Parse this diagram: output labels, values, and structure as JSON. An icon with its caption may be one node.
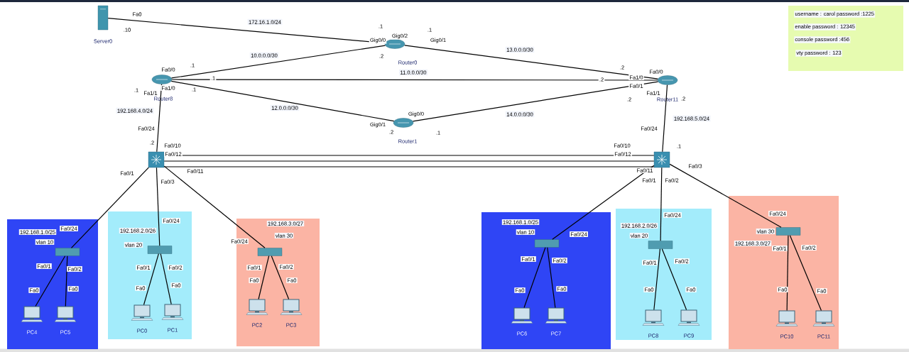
{
  "diagram": {
    "nodes": [
      {
        "text": [
          "Server0"
        ]
      },
      {
        "text": [
          "Router0"
        ]
      },
      {
        "text": [
          "Router8"
        ]
      },
      {
        "text": [
          "Router11"
        ]
      },
      {
        "text": [
          "Router1"
        ]
      },
      {
        "text": [],
        "shape": "box"
      },
      {
        "text": [],
        "shape": "box"
      },
      {
        "text": [
          "192.168.1.0/25",
          "vlan 10"
        ]
      },
      {
        "text": [],
        "shape": "box",
        "in": 7
      },
      {
        "text": [
          "PC4"
        ],
        "in": 7
      },
      {
        "text": [
          "PC5"
        ],
        "in": 7
      },
      {
        "text": [
          "192.168.2.0/26",
          "vlan 20"
        ]
      },
      {
        "text": [],
        "shape": "box",
        "in": 11
      },
      {
        "text": [
          "PC0"
        ],
        "in": 11
      },
      {
        "text": [
          "PC1"
        ],
        "in": 11
      },
      {
        "text": [
          "192.168.3.0/27",
          "vlan 30"
        ]
      },
      {
        "text": [],
        "shape": "box",
        "in": 15
      },
      {
        "text": [
          "PC2"
        ],
        "in": 15
      },
      {
        "text": [
          "PC3"
        ],
        "in": 15
      },
      {
        "text": [
          "192.168.1.0/25",
          "vlan 10"
        ]
      },
      {
        "text": [],
        "shape": "box",
        "in": 19
      },
      {
        "text": [
          "PC6"
        ],
        "in": 19
      },
      {
        "text": [
          "PC7"
        ],
        "in": 19
      },
      {
        "text": [
          "192.168.2.0/26",
          "vlan 20"
        ]
      },
      {
        "text": [],
        "shape": "box",
        "in": 23
      },
      {
        "text": [
          "PC8"
        ],
        "in": 23
      },
      {
        "text": [
          "PC9"
        ],
        "in": 23
      },
      {
        "text": [
          "vlan 30",
          "192.168.3.0/27"
        ]
      },
      {
        "text": [],
        "shape": "box",
        "in": 27
      },
      {
        "text": [
          "PC10"
        ],
        "in": 27
      },
      {
        "text": [
          "PC11"
        ],
        "in": 27
      },
      {
        "text": [
          "username : carol    password :1225",
          "enable password : 12345",
          "console password :456",
          "vty password : 123"
        ]
      }
    ],
    "edges": [
      {
        "from": 0,
        "to": 1,
        "arrow": "none",
        "label": "172.16.1.0/24"
      },
      {
        "from": 2,
        "to": 1,
        "arrow": "none",
        "label": "10.0.0.0/30"
      },
      {
        "from": 2,
        "to": 3,
        "arrow": "none",
        "label": "11.0.0.0/30"
      },
      {
        "from": 2,
        "to": 4,
        "arrow": "none",
        "label": "12.0.0.0/30"
      },
      {
        "from": 1,
        "to": 3,
        "arrow": "none",
        "label": "13.0.0.0/30"
      },
      {
        "from": 4,
        "to": 3,
        "arrow": "none",
        "label": "14.0.0.0/30"
      },
      {
        "from": 2,
        "to": 5,
        "arrow": "none",
        "label": "192.168.4.0/24"
      },
      {
        "from": 3,
        "to": 6,
        "arrow": "none",
        "label": "192.168.5.0/24"
      },
      {
        "from": 5,
        "to": 6,
        "arrow": "none"
      },
      {
        "from": 5,
        "to": 6,
        "arrow": "none"
      },
      {
        "from": 5,
        "to": 6,
        "arrow": "none"
      },
      {
        "from": 5,
        "to": 8,
        "arrow": "none"
      },
      {
        "from": 5,
        "to": 12,
        "arrow": "none"
      },
      {
        "from": 5,
        "to": 16,
        "arrow": "none"
      },
      {
        "from": 6,
        "to": 20,
        "arrow": "none"
      },
      {
        "from": 6,
        "to": 24,
        "arrow": "none"
      },
      {
        "from": 6,
        "to": 28,
        "arrow": "none"
      },
      {
        "from": 8,
        "to": 9,
        "arrow": "none"
      },
      {
        "from": 8,
        "to": 10,
        "arrow": "none"
      },
      {
        "from": 12,
        "to": 13,
        "arrow": "none"
      },
      {
        "from": 12,
        "to": 14,
        "arrow": "none"
      },
      {
        "from": 16,
        "to": 17,
        "arrow": "none"
      },
      {
        "from": 16,
        "to": 18,
        "arrow": "none"
      },
      {
        "from": 20,
        "to": 21,
        "arrow": "none"
      },
      {
        "from": 20,
        "to": 22,
        "arrow": "none"
      },
      {
        "from": 24,
        "to": 25,
        "arrow": "none"
      },
      {
        "from": 24,
        "to": 26,
        "arrow": "none"
      },
      {
        "from": 28,
        "to": 29,
        "arrow": "none"
      },
      {
        "from": 28,
        "to": 30,
        "arrow": "none"
      }
    ],
    "labels": [
      "Fa0",
      ".10",
      ".1",
      "Gig0/0",
      "Gig0/2",
      ".1",
      "Gig0/1",
      ".2",
      "Fa0/0",
      ".1",
      ".1",
      ".1",
      "Fa1/1",
      "Fa1/0",
      ".1",
      "Gig0/0",
      "Gig0/1",
      ".2",
      ".1",
      "Fa0/24",
      ".2",
      "Fa0/10",
      "Fa0/12",
      "Fa0/11",
      "Fa0/1",
      "Fa0/3",
      ".2",
      "Fa1/0",
      ".2",
      "Fa0/1",
      ".2",
      "Fa0/0",
      "Fa1/1",
      ".2",
      "Fa0/24",
      "Fa0/10",
      ".1",
      "Fa0/12",
      "Fa0/11",
      "Fa0/3",
      "Fa0/1",
      "Fa0/2",
      "Fa0/24",
      "Fa0/1",
      "Fa0/2",
      "Fa0",
      "Fa0",
      "Fa0/24",
      "Fa0/1",
      "Fa0/2",
      "Fa0",
      "Fa0",
      "Fa0/24",
      "Fa0/1",
      "Fa0/2",
      "Fa0",
      "Fa0",
      "Fa0/24",
      "Fa0/1",
      "Fa0/2",
      "Fa0",
      "Fa0",
      "Fa0/24",
      "Fa0/1",
      "Fa0/2",
      "Fa0",
      "Fa0",
      "Fa0/24",
      "Fa0/1",
      "Fa0/2",
      "Fa0",
      "Fa0"
    ]
  }
}
